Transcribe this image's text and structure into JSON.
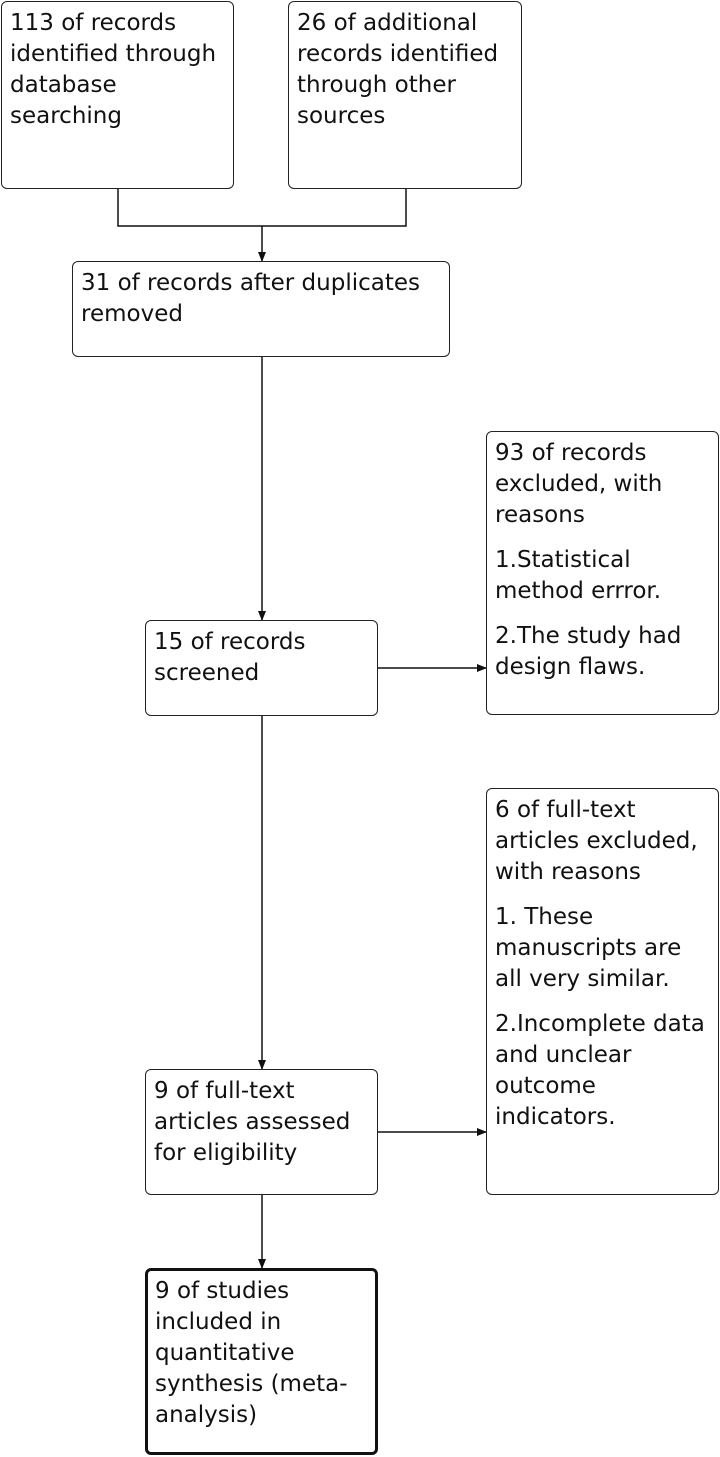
{
  "boxes": {
    "db_search": "113 of records identified through database searching",
    "other_sources": "26 of additional records identified through other sources",
    "after_duplicates": "31 of records after duplicates removed",
    "screened": "15 of records screened",
    "excluded_records": {
      "heading": "93 of records excluded, with reasons",
      "reasons": [
        "1.Statistical method errror.",
        "2.The study had design flaws."
      ]
    },
    "full_text_assessed": "9 of full-text articles assessed for eligibility",
    "excluded_full_text": {
      "heading": "6 of full-text articles excluded, with reasons",
      "reasons": [
        "1. These manuscripts are all very similar.",
        "2.Incomplete data and unclear outcome indicators."
      ]
    },
    "included": "9 of studies included in quantitative synthesis (meta-analysis)"
  }
}
